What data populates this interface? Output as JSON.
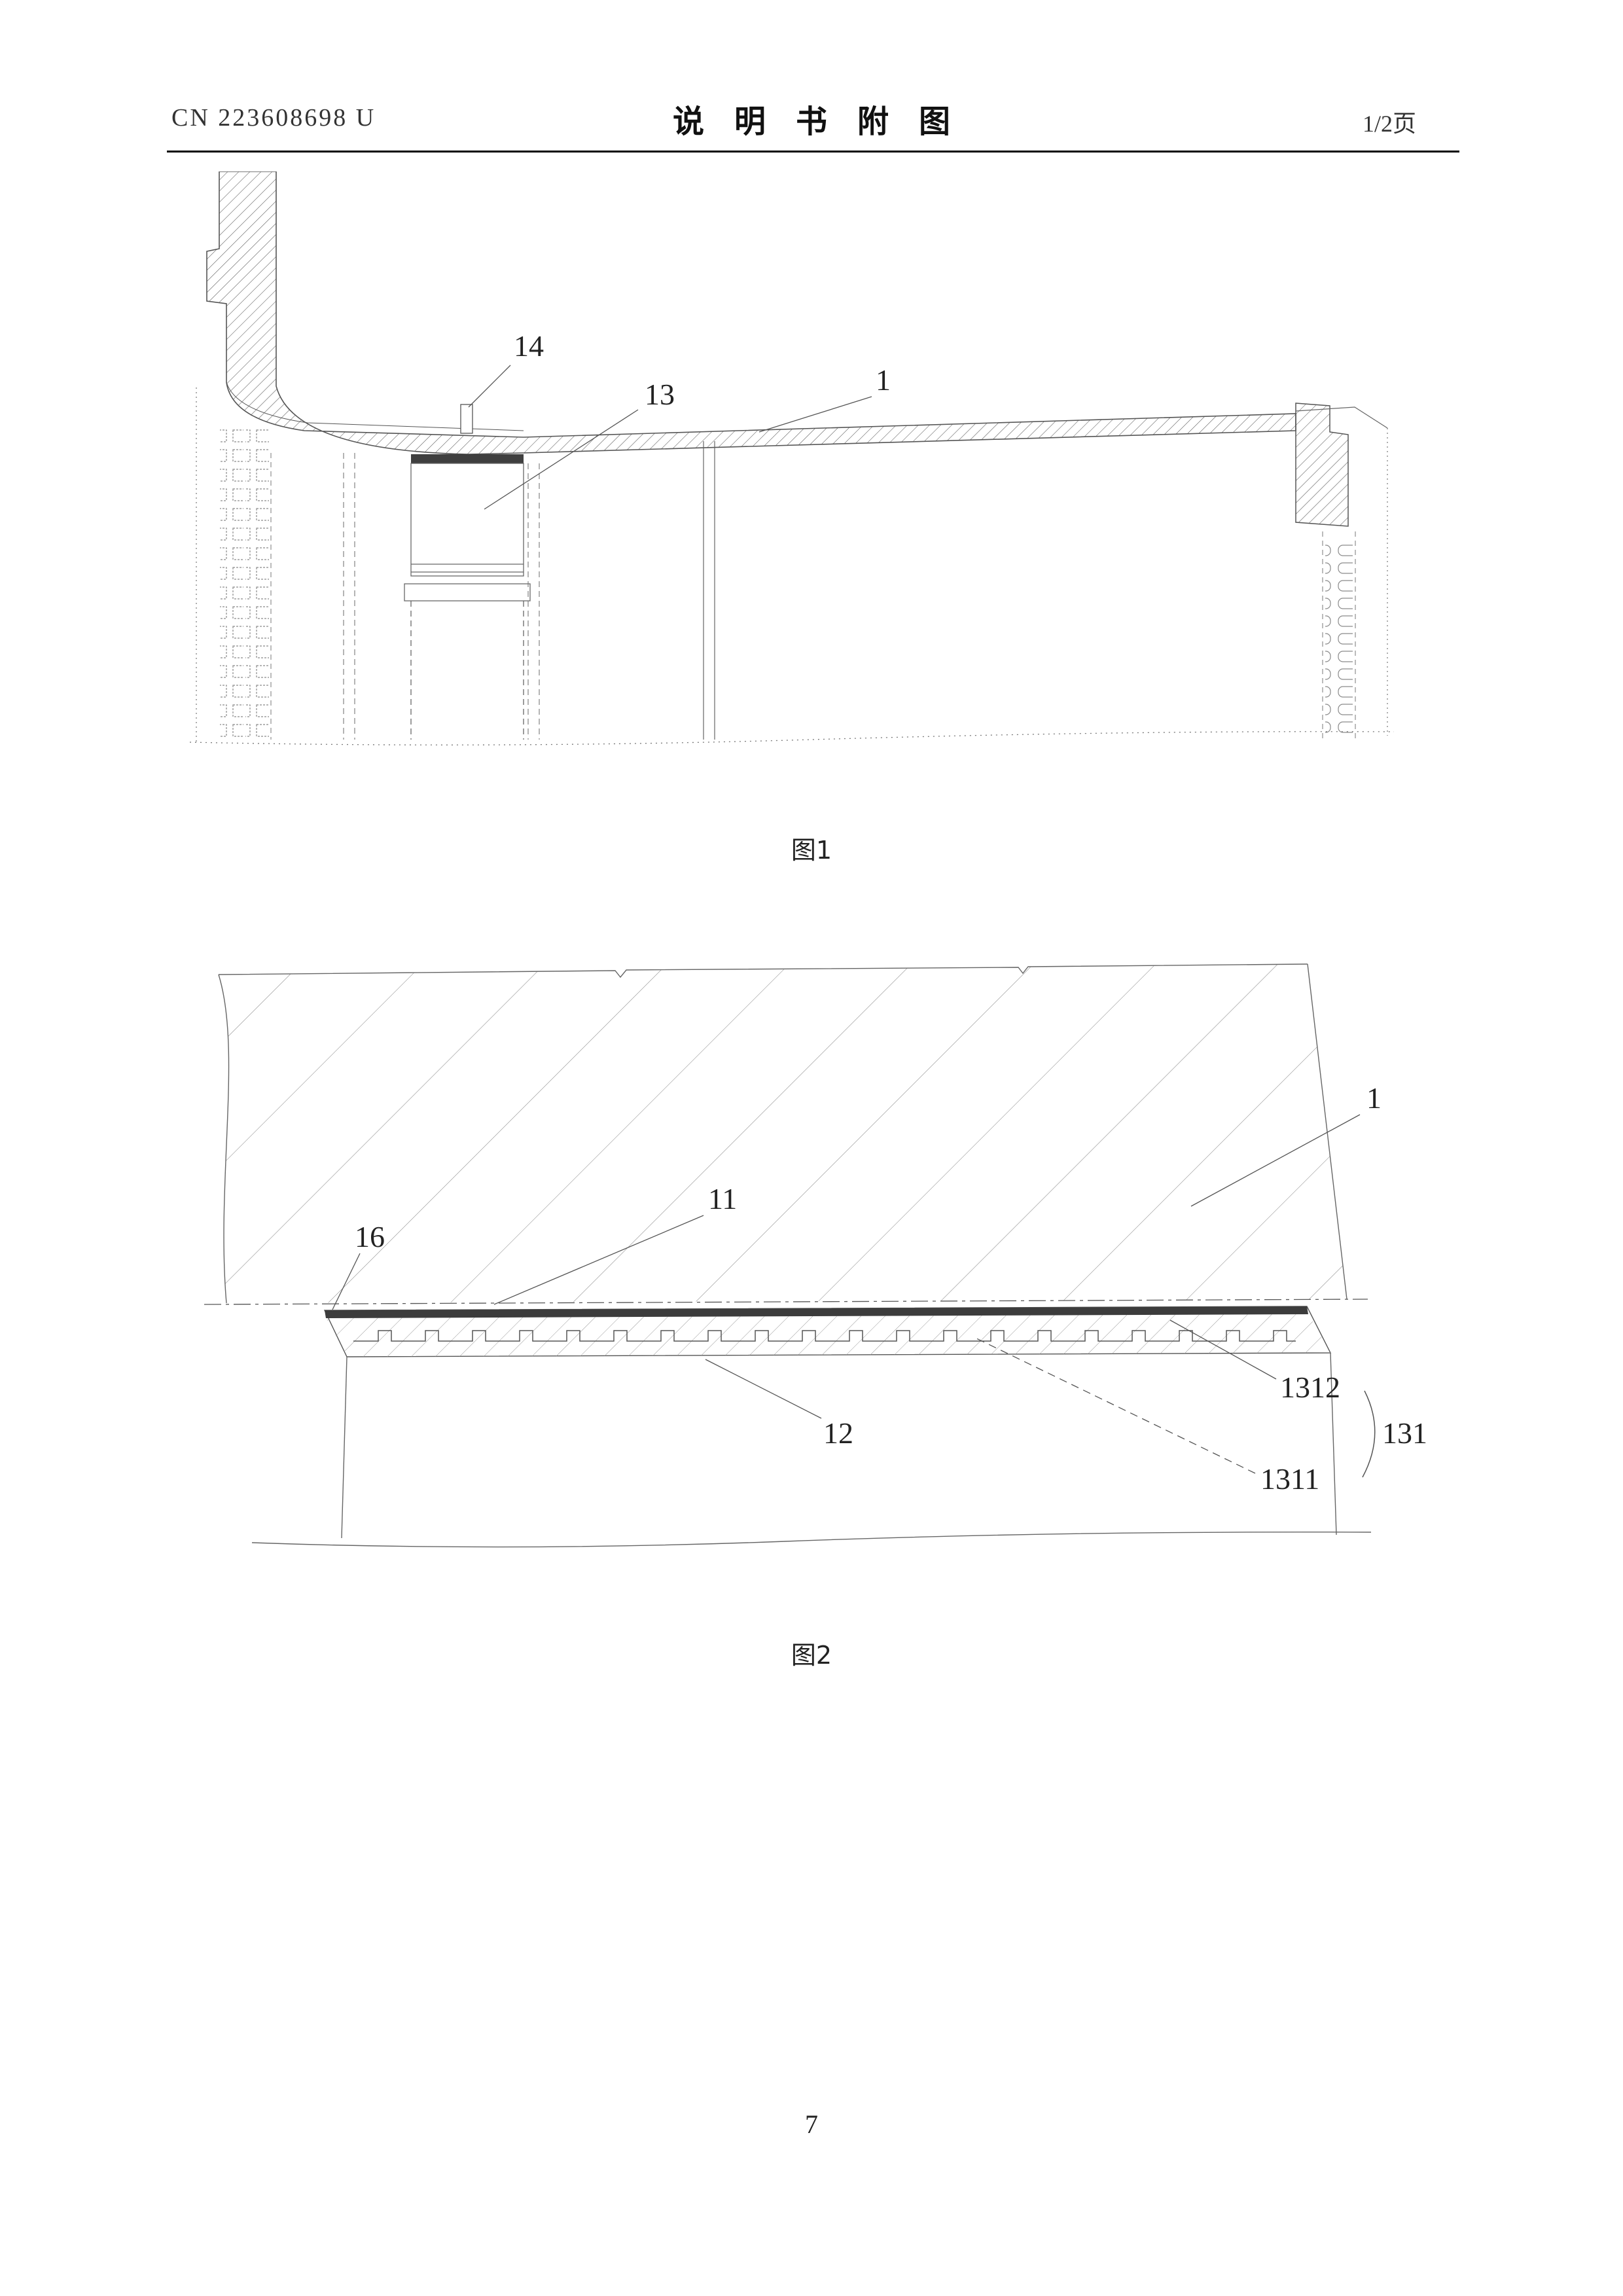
{
  "header": {
    "patent_number": "CN 223608698 U",
    "doc_title": "说明书附图",
    "page_indicator": "1/2页"
  },
  "figure1": {
    "caption": "图1",
    "labels": {
      "l14": "14",
      "l13": "13",
      "l1": "1"
    }
  },
  "figure2": {
    "caption": "图2",
    "labels": {
      "l1": "1",
      "l16": "16",
      "l11": "11",
      "l12": "12",
      "l1312": "1312",
      "l131": "131",
      "l1311": "1311"
    }
  },
  "footer": {
    "page_number": "7"
  }
}
